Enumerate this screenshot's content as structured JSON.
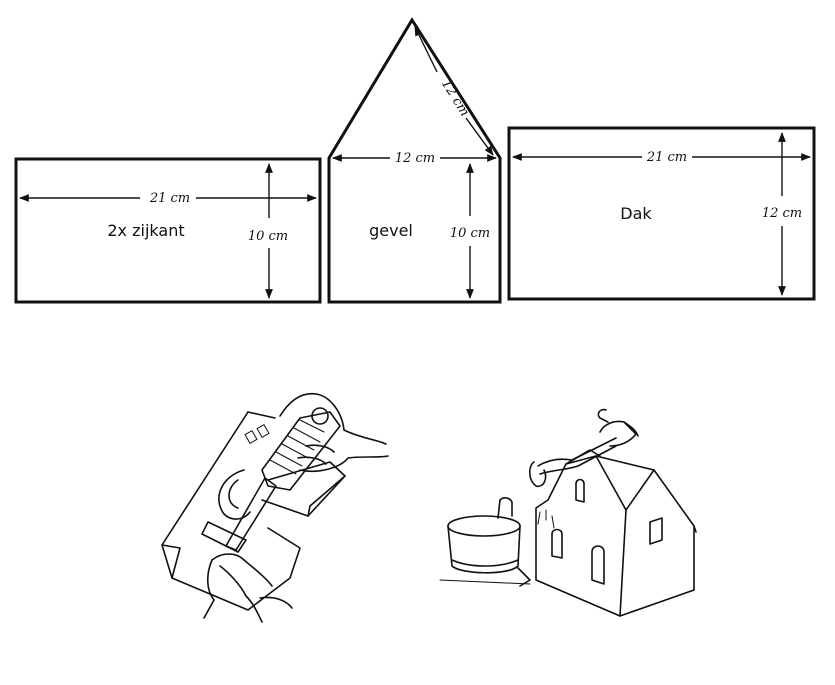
{
  "pattern": {
    "side": {
      "label": "2x zijkant",
      "width": "21 cm",
      "height": "10 cm"
    },
    "gable": {
      "label": "gevel",
      "width": "12 cm",
      "height": "10 cm",
      "slope": "12 cm"
    },
    "roof": {
      "label": "Dak",
      "width": "21 cm",
      "height": "12 cm"
    }
  },
  "illustrations": {
    "cutting": {
      "icon": "cutting-dough-illustration"
    },
    "assembling": {
      "icon": "assembling-house-illustration"
    }
  }
}
